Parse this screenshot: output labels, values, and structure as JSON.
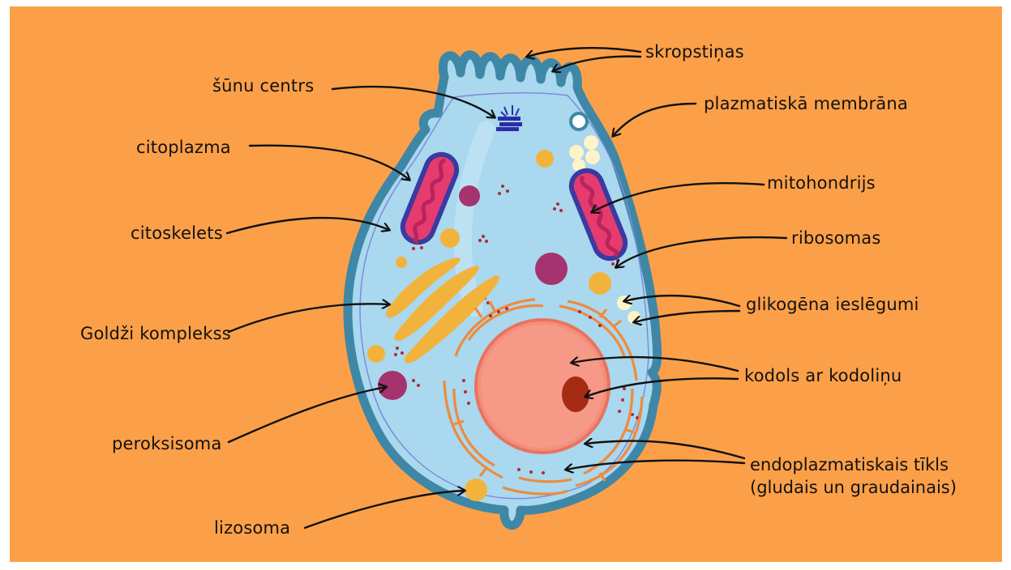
{
  "labels": {
    "cilia": "skropstiņas",
    "centrosome": "šūnu centrs",
    "plasma_membrane": "plazmatiskā membrāna",
    "cytoplasm": "citoplazma",
    "mitochondrion": "mitohondrijs",
    "cytoskeleton": "citoskelets",
    "ribosomes": "ribosomas",
    "glycogen": "glikogēna ieslēgumi",
    "golgi": "Goldži komplekss",
    "nucleus": "kodols ar kodoliņu",
    "peroxisome": "peroksisoma",
    "er_line1": "endoplazmatiskais tīkls",
    "er_line2": "(gludais un graudainais)",
    "lysosome": "lizosoma"
  },
  "colors": {
    "background": "#fba049",
    "membrane": "#3f87a6",
    "cytoplasm": "#a9d8ef",
    "mitochondria": "#e63b6f",
    "nucleus": "#f58f7c",
    "nucleolus": "#a52b13",
    "golgi": "#f2b33d",
    "er": "#f08a3c",
    "peroxisome": "#a4336f"
  }
}
